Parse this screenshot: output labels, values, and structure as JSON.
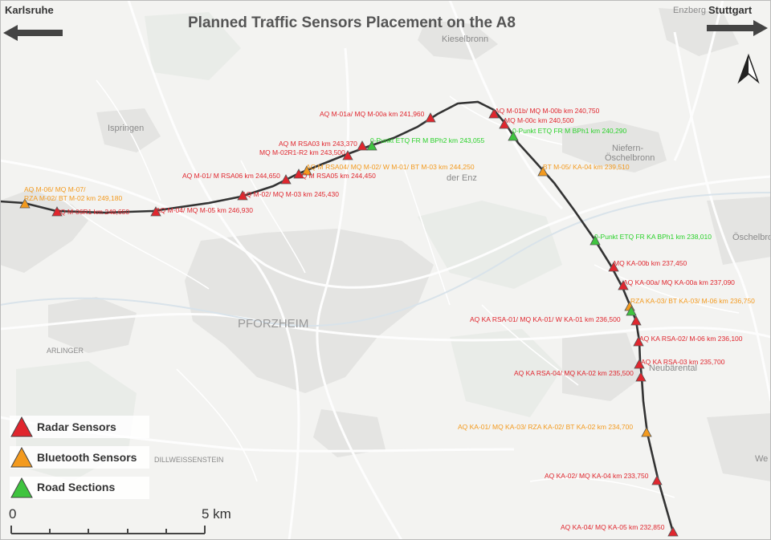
{
  "title": "Planned Traffic Sensors Placement on the  A8",
  "directions": {
    "left": "Karlsruhe",
    "right": "Stuttgart"
  },
  "colors": {
    "radar": "#e0262e",
    "bluetooth": "#f39a1e",
    "road": "#3fc43f",
    "route": "#333333"
  },
  "places": {
    "pforzheim": "PFORZHEIM",
    "kieselbronn": "Kieselbronn",
    "enzberg": "Enzberg",
    "ispringen": "Ispringen",
    "niefern1": "Niefern-",
    "niefern2": "Öschelbronn",
    "oschelbronn": "Öschelbronn",
    "der_enz": "der Enz",
    "arlinger": "ARLINGER",
    "neubarental": "Neubärental",
    "dillweissenstein": "DILLWEISSENSTEIN",
    "we": "We"
  },
  "legend": {
    "radar": "Radar Sensors",
    "bluetooth": "Bluetooth Sensors",
    "road": "Road Sections"
  },
  "scale": {
    "start": "0",
    "end": "5 km"
  },
  "labels": {
    "l01": "AQ M-06/ MQ M-07/",
    "l02": "RZA M-02/ BT M-02 km 249,180",
    "l03": "MQ M-06R1 km 248,650",
    "l04": "AQ M-04/ MQ M-05 km 246,930",
    "l05": "AQ M-02/ MQ M-03 km 245,430",
    "l06": "AQ M-01/ M RSA06 km 244,650",
    "l07": "AQ M RSA05  km 244,450",
    "l08": "AQ M RSA04/ MQ M-02/ W M-01/ BT M-03  km 244,250",
    "l09": "AQ M RSA03  km 243,370",
    "l10": "MQ M-02R1-R2 km 243,500",
    "l11": "0-Punkt ETQ FR M BPh2 km 243,055",
    "l12": "AQ M-01a/ MQ M-00a km 241,960",
    "l13": "AQ M-01b/ MQ M-00b km 240,750",
    "l14": "MQ M-00c km 240,500",
    "l15": "0-Punkt ETQ FR M BPh1 km 240,290",
    "l16": "BT M-05/ KA-04 km 239,510",
    "l17": "0-Punkt ETQ FR KA BPh1 km 238,010",
    "l18": "MQ KA-00b  km 237,450",
    "l19": "AQ KA-00a/ MQ KA-00a  km 237,090",
    "l20": "RZA KA-03/ BT KA-03/ M-06  km 236,750",
    "l21": "AQ KA RSA-01/ MQ KA-01/ W KA-01  km 236,500",
    "l22": "AQ KA RSA-02/ M-06  km 236,100",
    "l23": "AQ KA RSA-03  km 235,700",
    "l24": "AQ KA RSA-04/ MQ KA-02  km 235,500",
    "l25": "AQ KA-01/ MQ KA-03/ RZA KA-02/ BT KA-02  km 234,700",
    "l26": "AQ KA-02/ MQ KA-04  km 233,750",
    "l27": "AQ KA-04/ MQ KA-05  km 232,850"
  }
}
